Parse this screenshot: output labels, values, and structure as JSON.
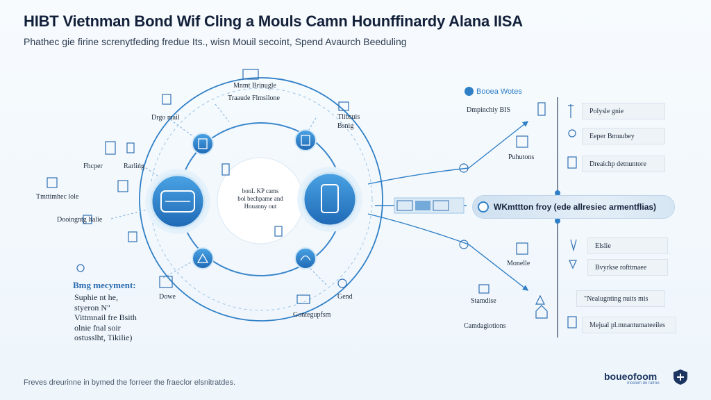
{
  "header": {
    "title": "HIBT Vietnman Bond Wif Cling a Mouls Camn Hounffinardy Alana IISA",
    "subtitle": "Phathec gie firine screnytfeding fredue Its., wisn Mouil secoint, Spend Avaurch Beeduling"
  },
  "diagram": {
    "center_text": "bonL KP cams\nbol bechpame and\nHouanny out",
    "ring_labels": {
      "top_a": "Mnmt Brinugle",
      "top_b": "Traaude Flmsilone",
      "top_left": "Drgo mail",
      "right_top": "Tlibsuis\nBsnig",
      "left_mid_a": "Fhcper",
      "left_mid_b": "Rarling",
      "left_far": "Tmttimhec lole",
      "left_low": "Dooingntg ltalie",
      "bottom_left": "Dowe",
      "bottom_right": "Gend",
      "bottom_center": "Gontegupfsm"
    },
    "side_panel": {
      "title": "Bmg mecyment:",
      "lines": [
        "Suphie nt he,",
        "styeron N\"",
        "Vittmnail fre Bsith",
        "olnie fnal soir",
        "ostusslht, Tikilie)"
      ]
    }
  },
  "right_panel": {
    "notes_title": "Booea Wotes",
    "left_labels": [
      "Dmpinchiy BIS",
      "Puhutons",
      "Monelle",
      "Stamdise",
      "Camdagiotions"
    ],
    "right_boxes_top": [
      "Polysle gnie",
      "Eeper Bmuubey",
      "Dreaichp detnuntore"
    ],
    "right_boxes_bottom": [
      "Elslie",
      "Bvyrkse rofttmaee",
      "\"Nealugnting nuits mis",
      "Mejual pl.mnantumateeiles"
    ],
    "highlight": "WKmttton froy (ede allresiec armentflias)"
  },
  "footer": {
    "note": "Freves dreurinne in bymed the forreer the fraeclor elsnitratdes.",
    "brand": "boueofoom",
    "brand_sub": "mosiom de ratroe"
  },
  "colors": {
    "accent": "#2f7fc6",
    "node_fill": "#3b8fd6",
    "ring": "#2f7fc6",
    "title": "#13203a"
  },
  "icons": [
    "document-icon",
    "chart-icon",
    "phone-icon",
    "card-icon",
    "shield-icon",
    "star-icon",
    "clock-icon"
  ]
}
